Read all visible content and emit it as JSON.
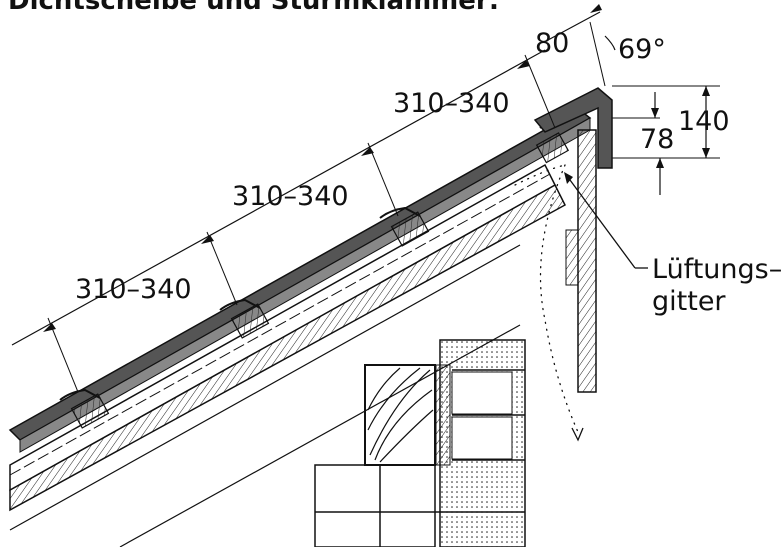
{
  "title": "Dichtscheibe und Sturmklammer:",
  "dimensions": {
    "spacing_1": "310–340",
    "spacing_2": "310–340",
    "spacing_3": "310–340",
    "ridge_overlap": "80",
    "angle": "69°",
    "height_140": "140",
    "height_78": "78"
  },
  "callout": {
    "line1": "Lüftungs–",
    "line2": "gitter"
  },
  "colors": {
    "line": "#111111",
    "tile_fill": "#555555",
    "hatch": "#222222"
  }
}
